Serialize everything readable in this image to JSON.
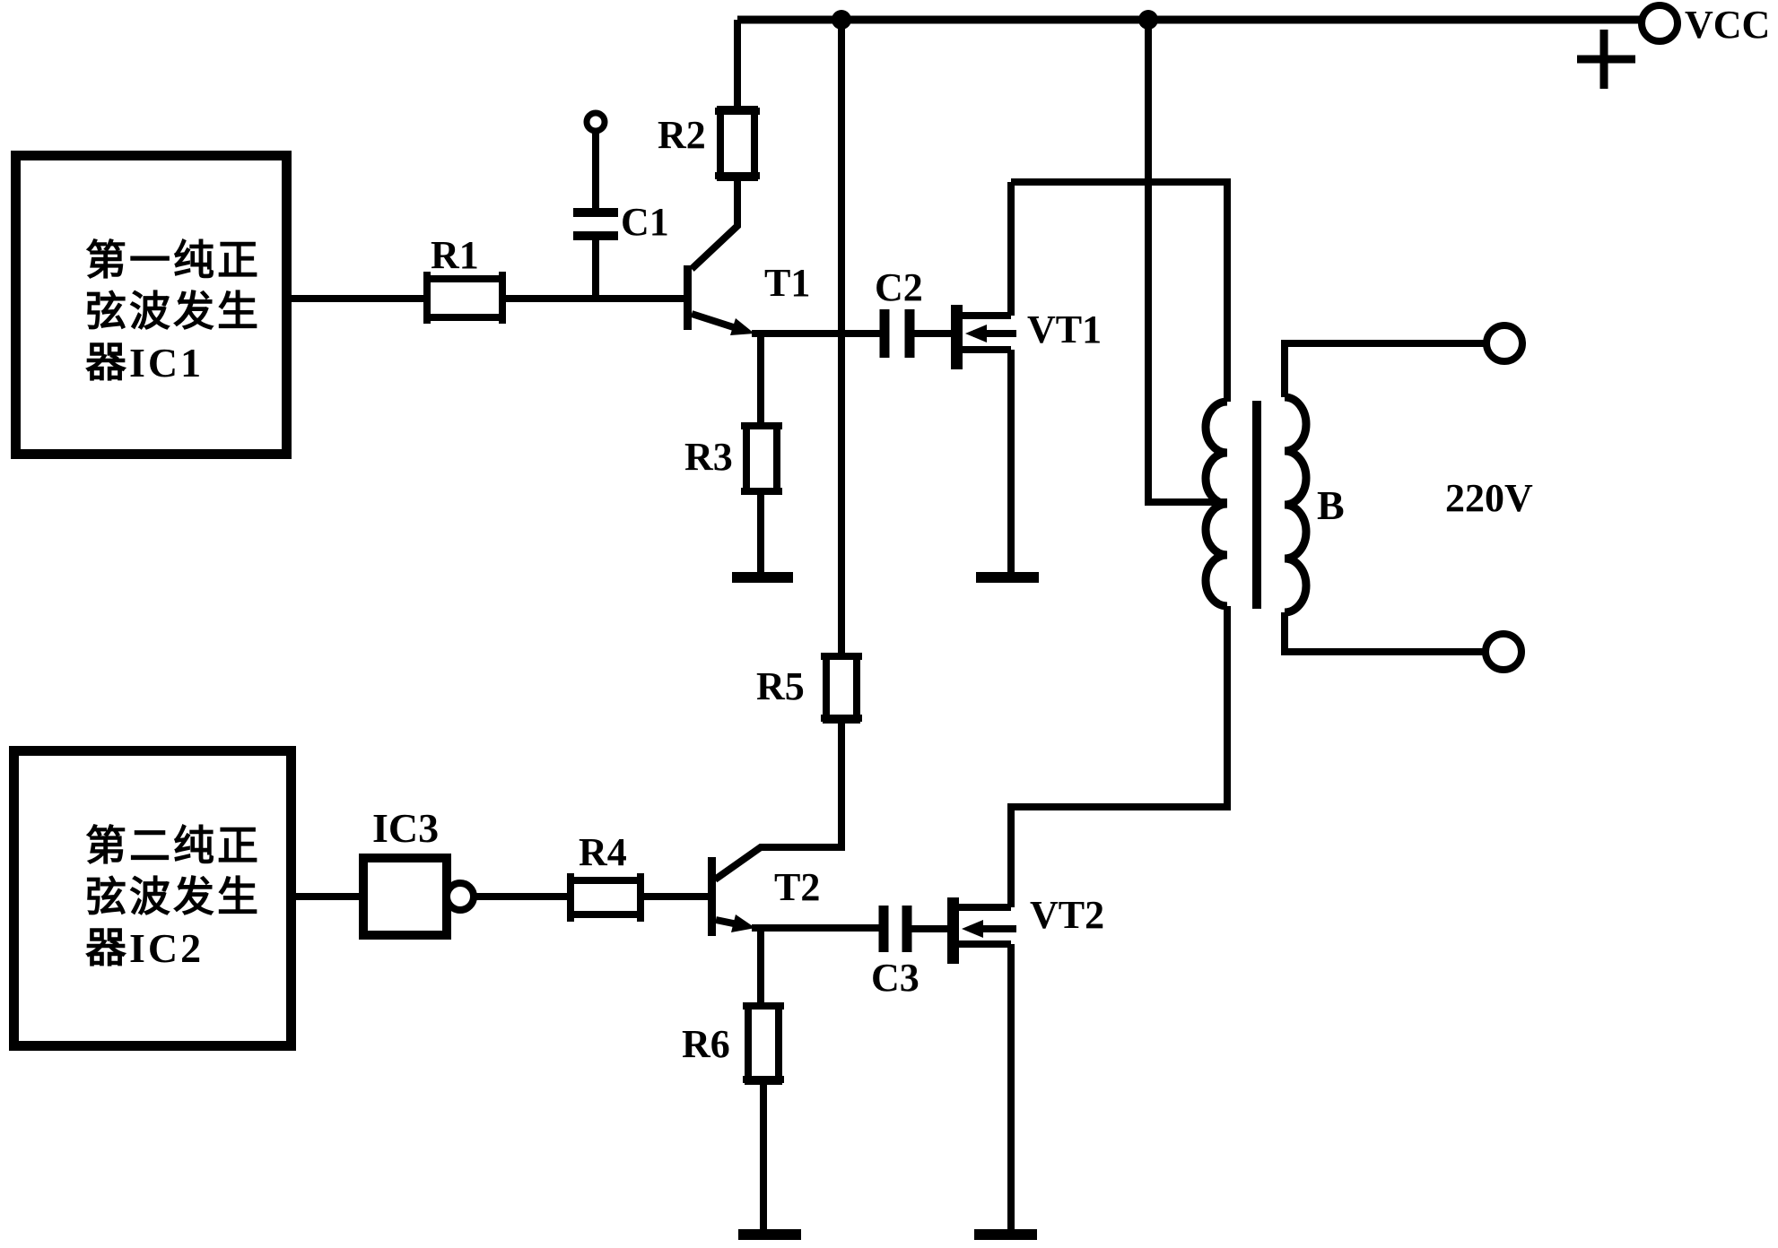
{
  "page": {
    "background": "#ffffff",
    "line_color": "#000000"
  },
  "blocks": {
    "ic1": {
      "name": "第一纯正弦波发生器IC1",
      "lines": [
        "第一纯正",
        "弦波发生",
        "器IC1"
      ]
    },
    "ic2": {
      "name": "第二纯正弦波发生器IC2",
      "lines": [
        "第二纯正",
        "弦波发生",
        "器IC2"
      ]
    }
  },
  "labels": {
    "r1": "R1",
    "r2": "R2",
    "r3": "R3",
    "r4": "R4",
    "r5": "R5",
    "r6": "R6",
    "c1": "C1",
    "c2": "C2",
    "c3": "C3",
    "t1": "T1",
    "t2": "T2",
    "vt1": "VT1",
    "vt2": "VT2",
    "ic3": "IC3",
    "transformer": "B",
    "secondary_voltage": "220V",
    "supply": "VCC"
  }
}
